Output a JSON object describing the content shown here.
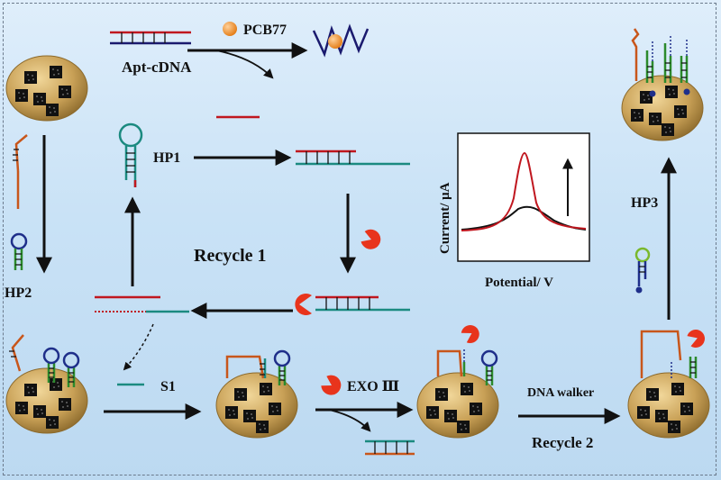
{
  "labels": {
    "pcb77": "PCB77",
    "apt_cdna": "Apt-cDNA",
    "hp1": "HP1",
    "hp2": "HP2",
    "hp3": "HP3",
    "recycle1": "Recycle 1",
    "recycle2": "Recycle 2",
    "s1": "S1",
    "exo": "EXO Ⅲ",
    "dna_walker": "DNA walker",
    "inset_ylabel": "Current/ μA",
    "inset_xlabel": "Potential/ V"
  },
  "colors": {
    "strand_red": "#c0171f",
    "strand_blue": "#1a1a6e",
    "strand_teal": "#1b8a80",
    "strand_orange": "#c8561b",
    "strand_green": "#2c8a2c",
    "strand_navy": "#1f2f8a",
    "electrode": "#c7a35a",
    "arrow": "#111111",
    "enzyme": "#e8341c"
  }
}
